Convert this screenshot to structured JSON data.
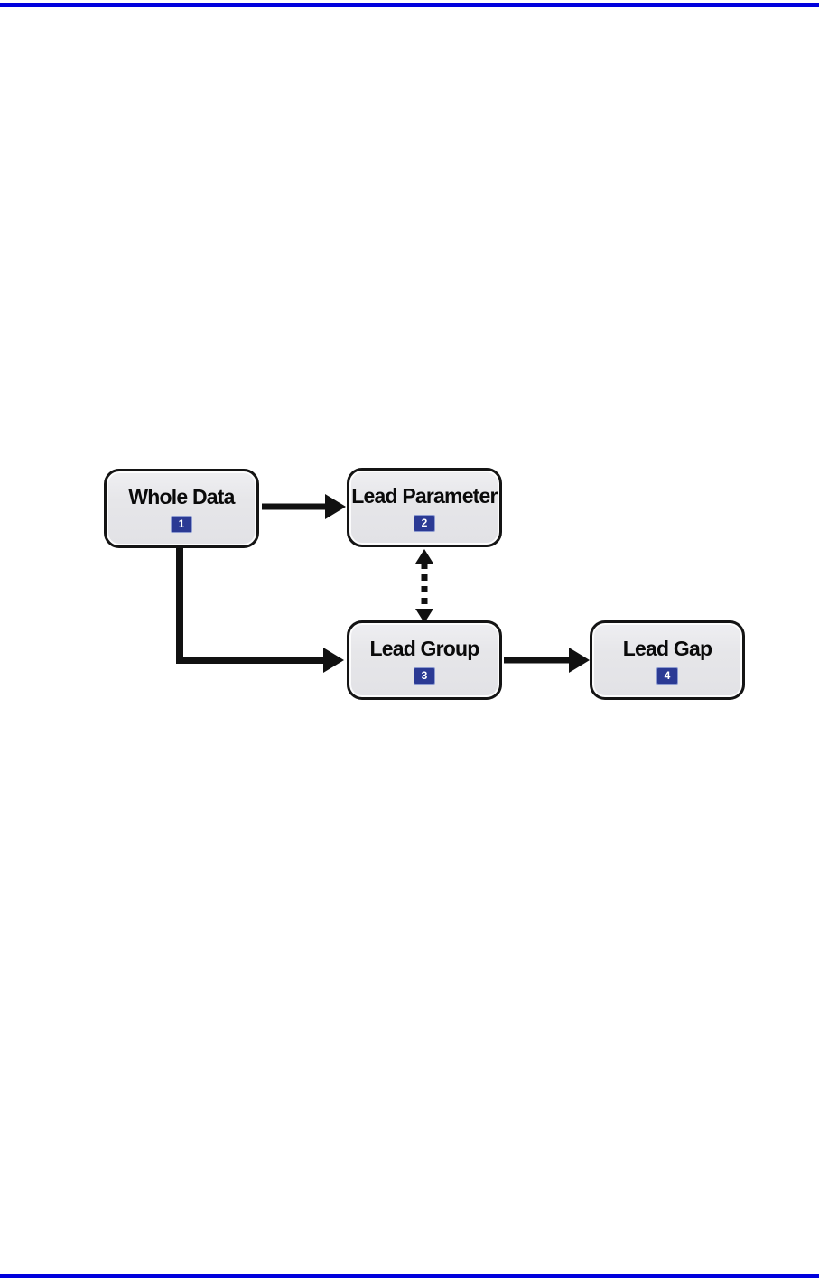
{
  "page": {
    "background_color": "#ffffff",
    "rule_color": "#0000DD"
  },
  "diagram": {
    "node_fill_color": "#E6E6E9",
    "node_border_color": "#141414",
    "connector_color": "#111111",
    "badge_color": "#2B3A94",
    "badge_text_color": "#ffffff",
    "nodes": [
      {
        "id": "whole-data",
        "label": "Whole Data",
        "badge": "1"
      },
      {
        "id": "lead-parameter",
        "label": "Lead Parameter",
        "badge": "2"
      },
      {
        "id": "lead-group",
        "label": "Lead Group",
        "badge": "3"
      },
      {
        "id": "lead-gap",
        "label": "Lead Gap",
        "badge": "4"
      }
    ],
    "connections": [
      {
        "from": "Whole Data",
        "to": "Lead Parameter",
        "style": "solid-arrow"
      },
      {
        "from": "Whole Data",
        "to": "Lead Group",
        "style": "solid-elbow-arrow"
      },
      {
        "from": "Lead Parameter",
        "to": "Lead Group",
        "style": "dotted-double-arrow"
      },
      {
        "from": "Lead Group",
        "to": "Lead Gap",
        "style": "solid-arrow"
      }
    ]
  }
}
